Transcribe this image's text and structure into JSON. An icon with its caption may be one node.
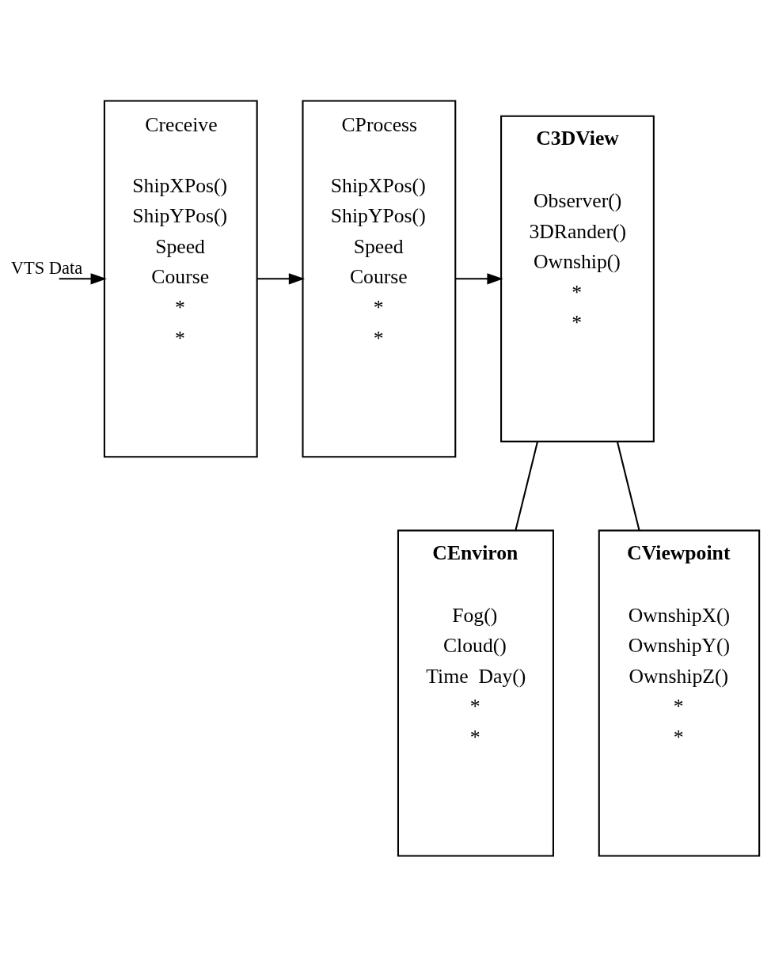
{
  "diagram": {
    "nodes": [
      {
        "text": [
          "Creceive",
          "ShipXPos()",
          "ShipYPos()",
          "Speed",
          "Course",
          "*",
          "*"
        ]
      },
      {
        "text": [
          "CProcess",
          "ShipXPos()",
          "ShipYPos()",
          "Speed",
          "Course",
          "*",
          "*"
        ]
      },
      {
        "text": [
          "C3DView",
          "Observer()",
          "3DRander()",
          "Ownship()",
          "*",
          "*"
        ]
      },
      {
        "text": [
          "CEnviron",
          "Fog()",
          "Cloud()",
          "Time  Day()",
          "*",
          "*"
        ]
      },
      {
        "text": [
          "CViewpoint",
          "OwnshipX()",
          "OwnshipY()",
          "OwnshipZ()",
          "*",
          "*"
        ]
      }
    ],
    "edges": [
      {
        "from": null,
        "to": 0,
        "arrow": "to",
        "label": "VTS Data"
      },
      {
        "from": 0,
        "to": 1,
        "arrow": "to"
      },
      {
        "from": 1,
        "to": 2,
        "arrow": "to"
      },
      {
        "from": 2,
        "to": 3,
        "arrow": "none"
      },
      {
        "from": 2,
        "to": 4,
        "arrow": "none"
      }
    ]
  }
}
